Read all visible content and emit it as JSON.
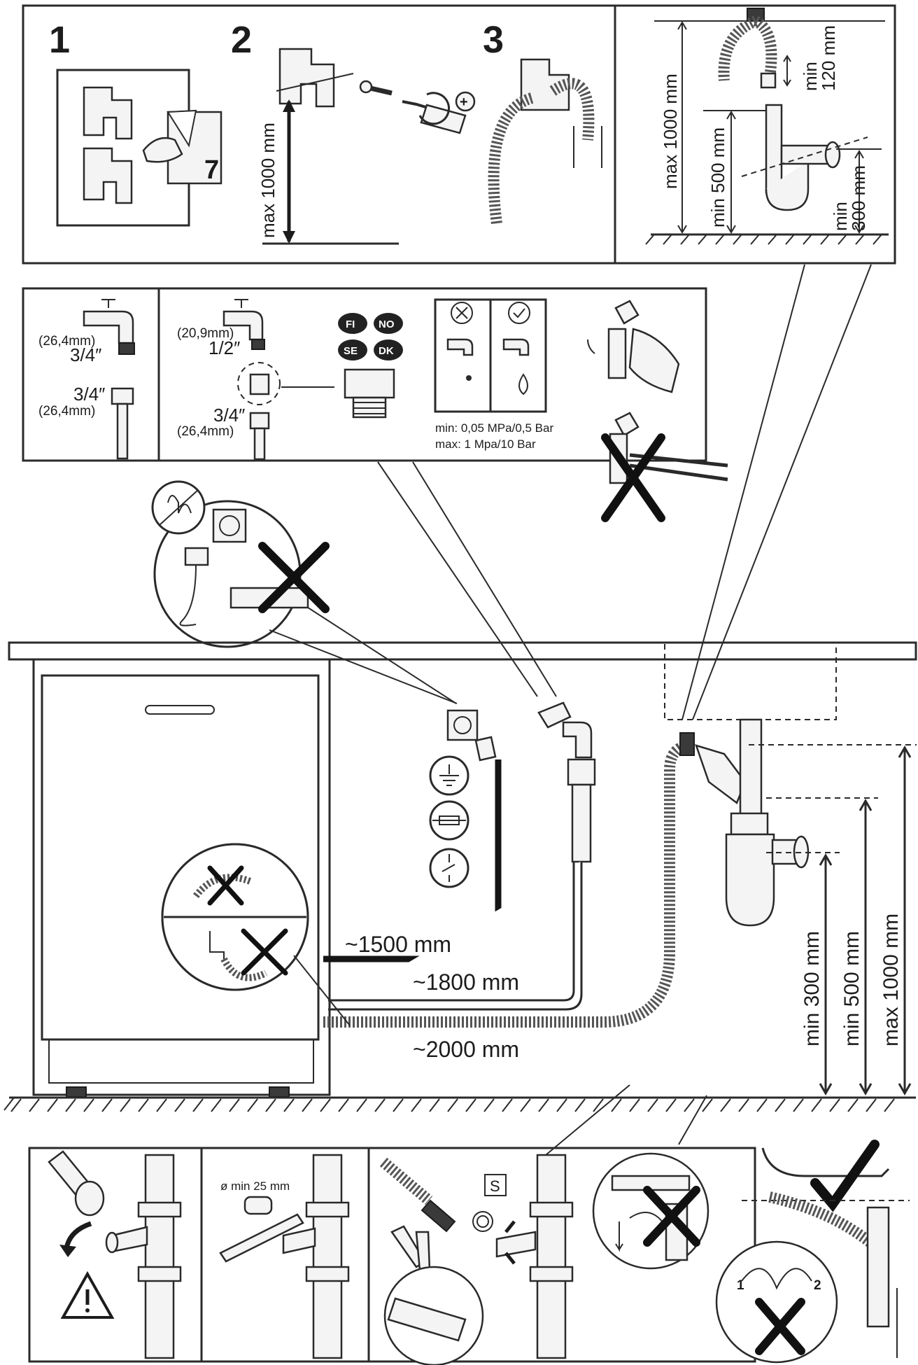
{
  "steps": [
    "1",
    "2",
    "3"
  ],
  "step1_page": "7",
  "step2": {
    "max_height": "max 1000 mm"
  },
  "drain_detail": {
    "max_height": "max 1000 mm",
    "min_500": "min 500 mm",
    "min_120_a": "min",
    "min_120_b": "120 mm",
    "min_300_a": "min",
    "min_300_b": "300 mm"
  },
  "inlet": {
    "fitting_a_mm": "(26,4mm)",
    "fitting_a_in": "3/4″",
    "fitting_b_in": "3/4″",
    "fitting_b_mm": "(26,4mm)",
    "fitting_c_mm": "(20,9mm)",
    "fitting_c_in": "1/2″",
    "fitting_d_in": "3/4″",
    "fitting_d_mm": "(26,4mm)",
    "countries": [
      "FI",
      "NO",
      "SE",
      "DK"
    ],
    "pressure_min": "min: 0,05 MPa/0,5 Bar",
    "pressure_max": "max: 1 Mpa/10 Bar"
  },
  "installation": {
    "power_cable": "~1500 mm",
    "inlet_hose": "~1800 mm",
    "drain_hose": "~2000 mm",
    "min_300": "min 300 mm",
    "min_500": "min 500 mm",
    "max_1000": "max 1000 mm"
  },
  "bottom": {
    "pipe_diameter": "ø min 25 mm",
    "clamp_label": "S",
    "sink_steps": [
      "1",
      "2"
    ]
  }
}
